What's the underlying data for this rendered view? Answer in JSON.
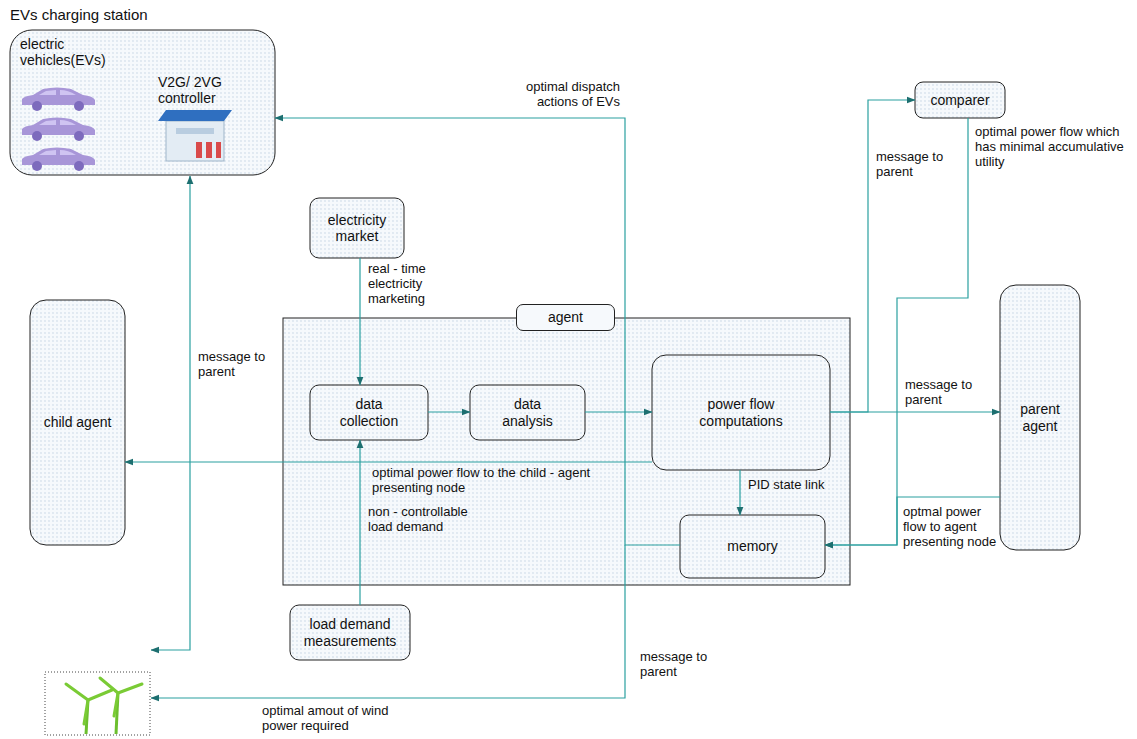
{
  "diagram": {
    "nodes": [
      {
        "text": [
          "EVs charging station",
          "electric vehicles(EVs)",
          "V2G/ 2VG controller"
        ]
      },
      {
        "text": [
          "electricity market"
        ]
      },
      {
        "text": [
          "agent"
        ]
      },
      {
        "text": [
          "child agent"
        ]
      },
      {
        "text": [
          "data collection"
        ],
        "in": 2
      },
      {
        "text": [
          "data analysis"
        ],
        "in": 2
      },
      {
        "text": [
          "power flow computations"
        ],
        "in": 2
      },
      {
        "text": [
          "memory"
        ],
        "in": 2
      },
      {
        "text": [
          "comparer"
        ]
      },
      {
        "text": [
          "parent agent"
        ]
      },
      {
        "text": [
          "load demand measurements"
        ]
      }
    ],
    "edges": [
      {
        "from": 1,
        "to": 4,
        "label": "real - time electricity marketing",
        "arrow": "to"
      },
      {
        "from": 4,
        "to": 5,
        "arrow": "to"
      },
      {
        "from": 5,
        "to": 6,
        "arrow": "to"
      },
      {
        "from": 10,
        "to": 4,
        "label": "non - controllable load demand",
        "arrow": "to"
      },
      {
        "from": 6,
        "to": 7,
        "label": "PID state link",
        "arrow": "to"
      },
      {
        "from": 6,
        "to": 3,
        "label": "optimal power flow to the child - agent presenting node",
        "arrow": "to"
      },
      {
        "from": 6,
        "to": 9,
        "label": "message to parent",
        "arrow": "to"
      },
      {
        "from": 6,
        "to": 8,
        "label": "message to parent",
        "arrow": "to"
      },
      {
        "from": 8,
        "to": 7,
        "label": "optimal power flow which has minimal accumulative utility",
        "arrow": "to"
      },
      {
        "from": 9,
        "to": 7,
        "label": "optmal power flow to agent presenting node",
        "arrow": "to"
      },
      {
        "from": 7,
        "to": 0,
        "label": "optimal dispatch actions of EVs",
        "arrow": "to"
      }
    ],
    "labels": [
      "message to parent",
      "optimal amout of wind power required",
      "message to parent"
    ]
  }
}
